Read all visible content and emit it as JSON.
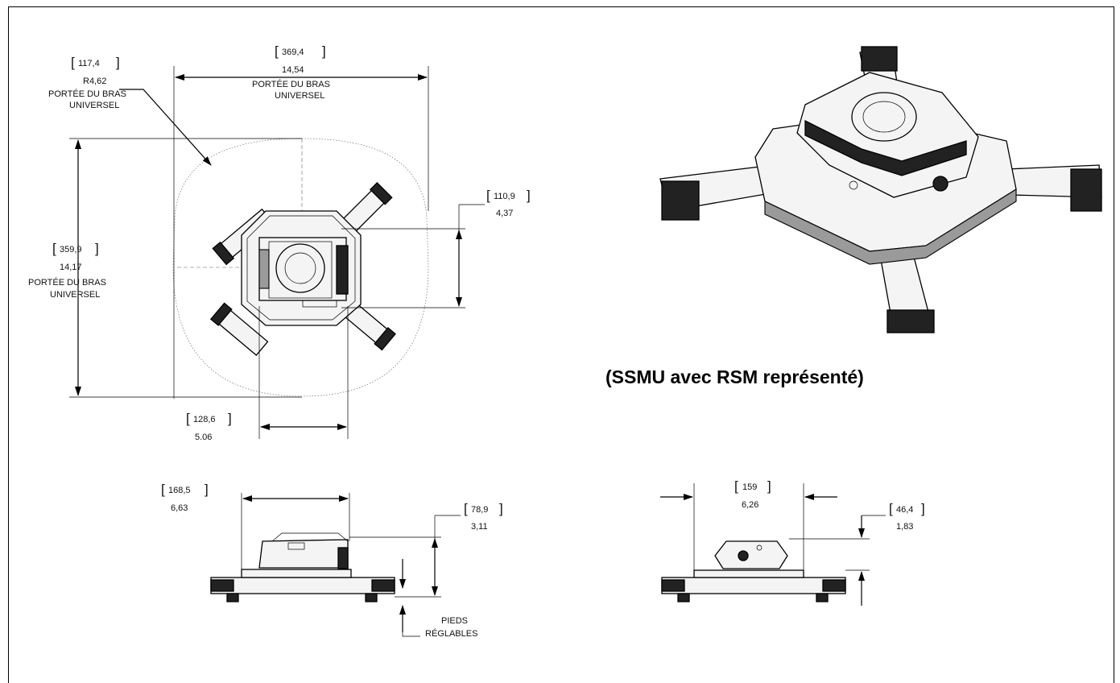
{
  "top_view": {
    "arm_radius": {
      "mm": "117,4",
      "inch": "R4,62",
      "label_line1": "PORTÉE DU BRAS",
      "label_line2": "UNIVERSEL"
    },
    "arm_width": {
      "mm": "369,4",
      "inch": "14,54",
      "label_line1": "PORTÉE DU BRAS",
      "label_line2": "UNIVERSEL"
    },
    "arm_height": {
      "mm": "359,9",
      "inch": "14,17",
      "label_line1": "PORTÉE DU BRAS",
      "label_line2": "UNIVERSEL"
    },
    "center_offset": {
      "mm": "110,9",
      "inch": "4,37"
    },
    "base_width": {
      "mm": "128,6",
      "inch": "5.06"
    }
  },
  "caption": "(SSMU avec RSM représenté)",
  "side_view_left": {
    "width": {
      "mm": "168,5",
      "inch": "6,63"
    },
    "height": {
      "mm": "78,9",
      "inch": "3,11"
    },
    "feet_label_line1": "PIEDS",
    "feet_label_line2": "RÉGLABLES"
  },
  "side_view_right": {
    "width": {
      "mm": "159",
      "inch": "6,26"
    },
    "height": {
      "mm": "46,4",
      "inch": "1,83"
    }
  }
}
